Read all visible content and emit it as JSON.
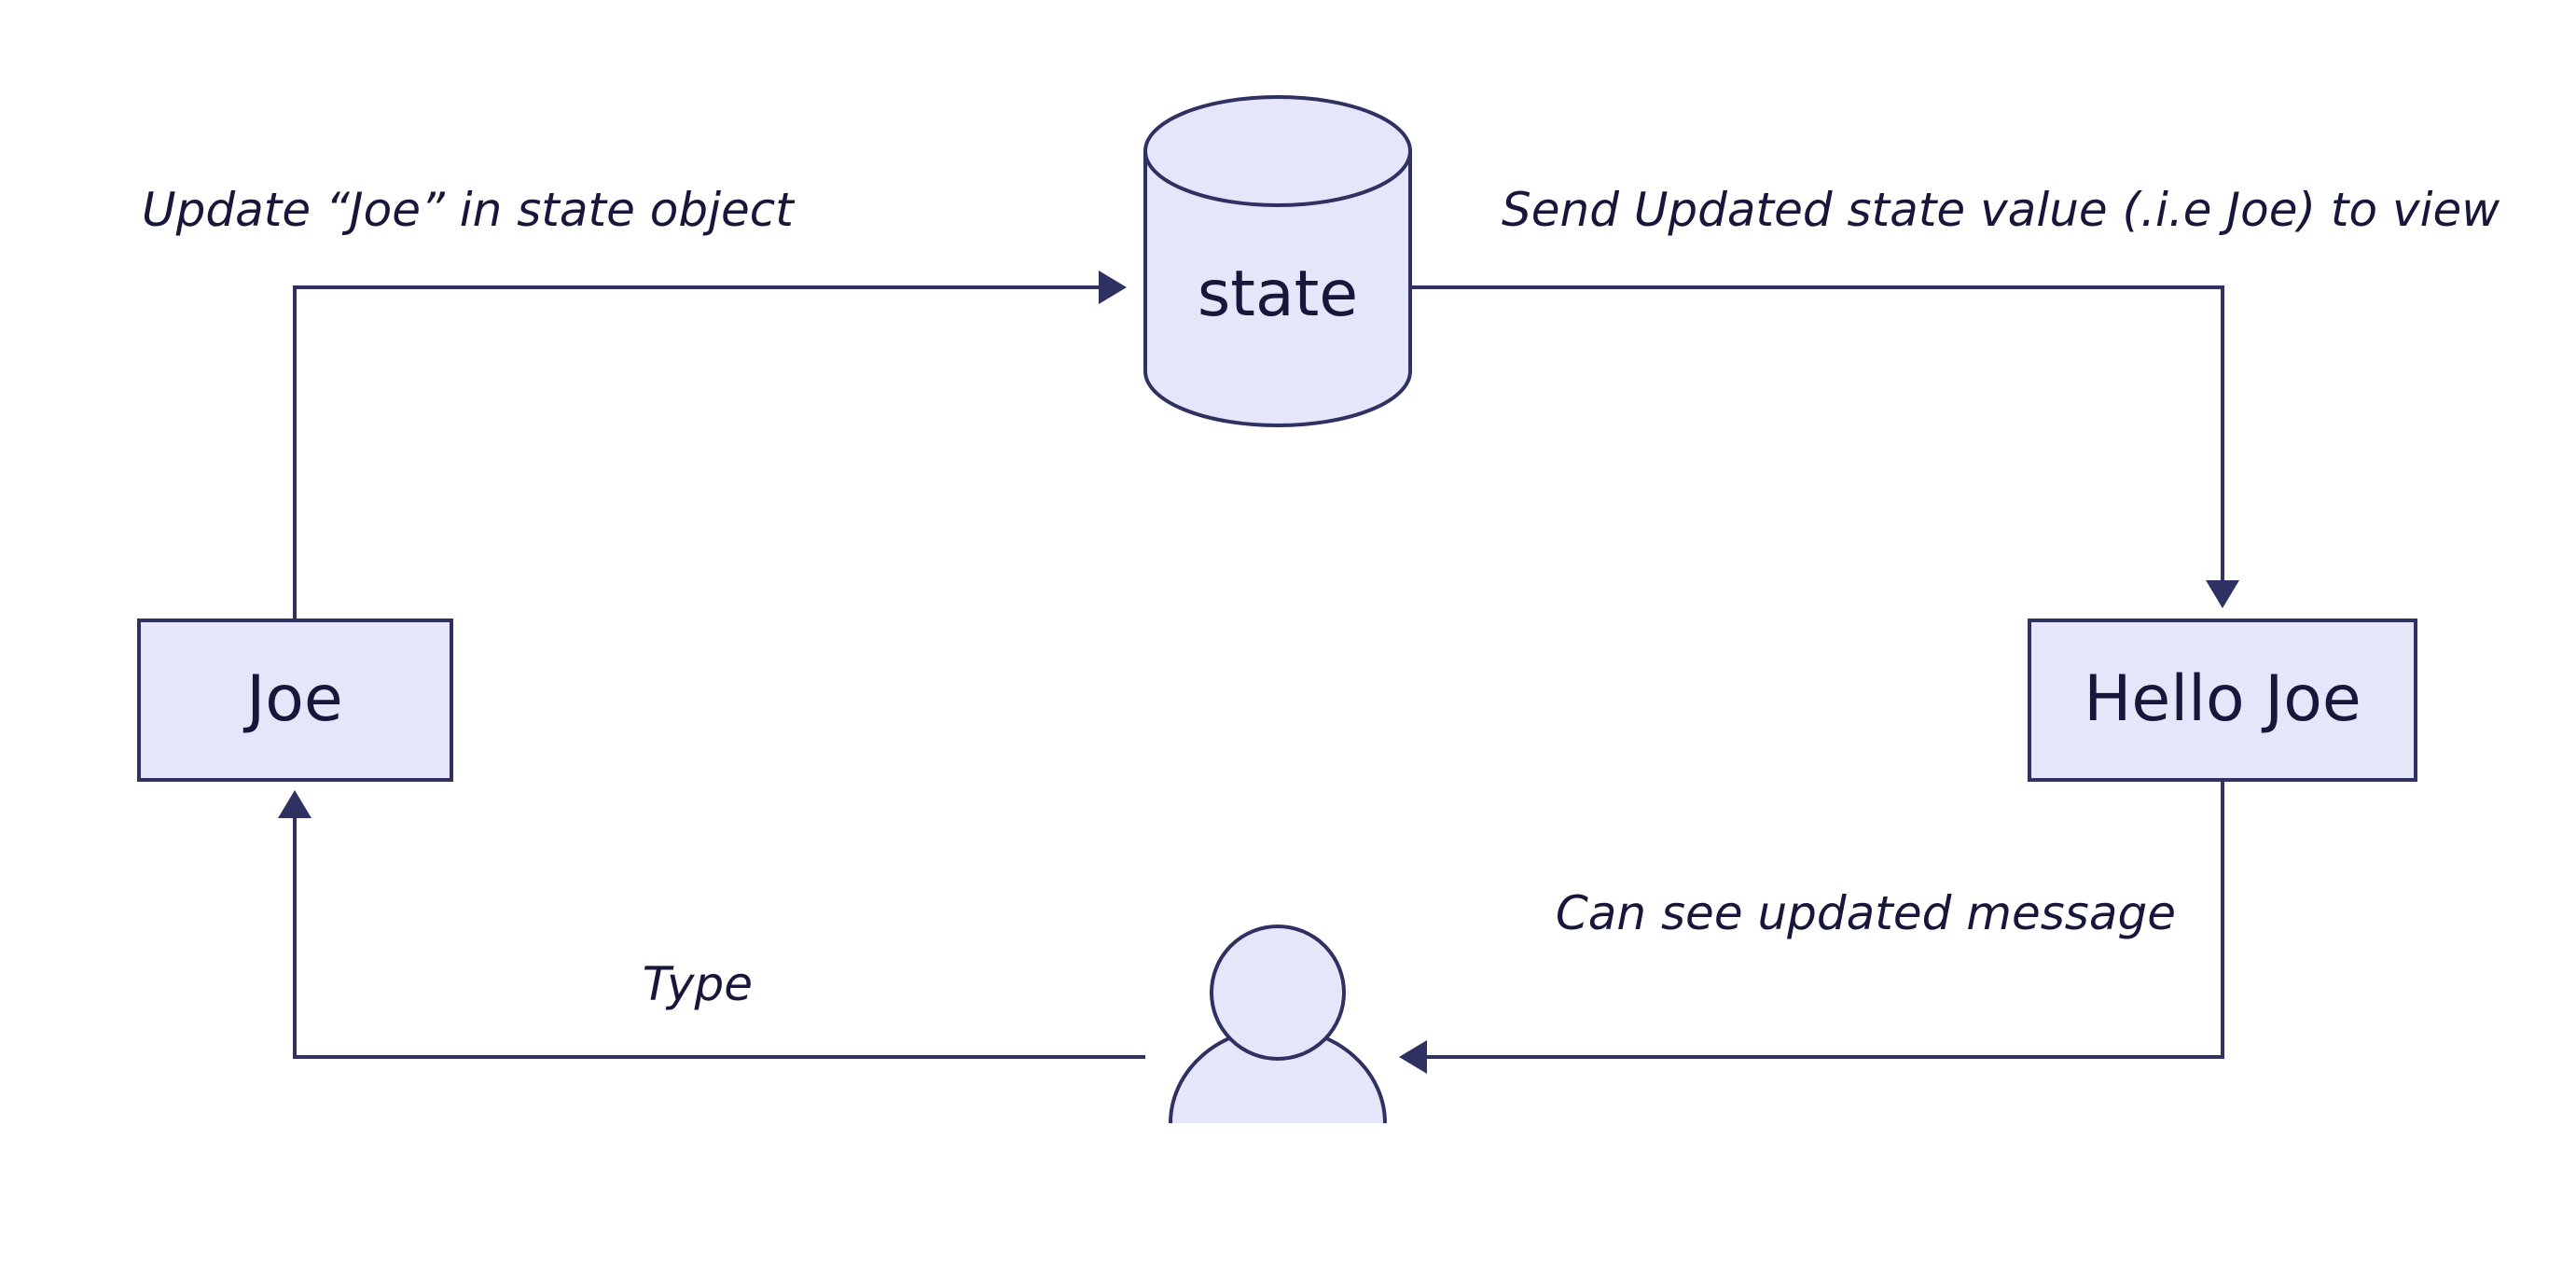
{
  "nodes": {
    "state": "state",
    "input": "Joe",
    "view": "Hello Joe"
  },
  "edges": {
    "input_to_state": "Update “Joe” in state object",
    "state_to_view": "Send Updated state value (.i.e Joe) to view",
    "view_to_user": "Can see updated message",
    "user_to_input": "Type"
  },
  "icons": {
    "user": "user-icon",
    "state": "database-icon"
  },
  "colors": {
    "node_fill": "#e6e6fa",
    "stroke": "#2e3161",
    "text": "#16173a"
  }
}
